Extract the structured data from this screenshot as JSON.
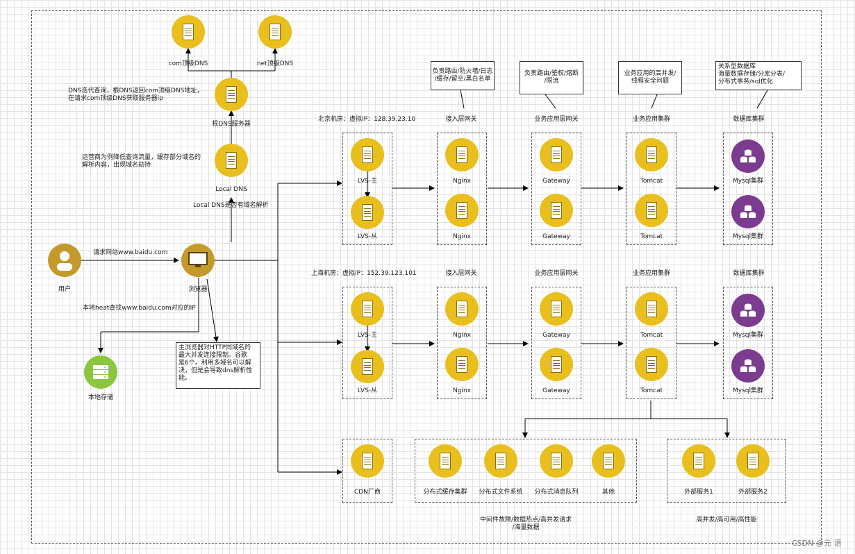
{
  "dns": {
    "com_tld": "com顶级DNS",
    "net_tld": "net顶级DNS",
    "root_note": "DNS迭代查询，根DNS返回com顶级DNS地址，\n在请求com顶级DNS获取服务器ip",
    "root_label": "根DNS服务器",
    "isp_note": "运营商为例降低查询流量，缓存部分域名的\n解析内容，出现域名劫持",
    "local_label": "Local DNS",
    "local_question": "Local DNS是否有域名解析"
  },
  "client": {
    "user_label": "用户",
    "request_label": "请求网站www.baidu.com",
    "browser_label": "浏览器",
    "hosts_label": "本地heat查找www.baidu.com对应的IP",
    "storage_label": "本地存储",
    "browser_note": "主浏览器对HTTP同域名的\n最大并发连接限制。谷歌\n是6个。利用多域名可以解\n决，但是会导致dns解析性\n能。"
  },
  "beijing": {
    "site_label": "北京机房：虚拟IP：128.39.23.10",
    "lvs_main": "LVS-主",
    "lvs_backup": "LVS-从",
    "gateway_col": "接入层网关",
    "nginx": "Nginx",
    "biz_gateway_col": "业务应用层网关",
    "gateway": "Gateway",
    "app_col": "业务应用集群",
    "tomcat": "Tomcat",
    "db_col": "数据库集群",
    "mysql": "Mysql集群"
  },
  "shanghai": {
    "site_label": "上海机房：虚拟IP：152.39.123.101",
    "lvs_main": "LVS-主",
    "lvs_backup": "LVS-从",
    "gateway_col": "接入层网关",
    "nginx": "Nginx",
    "biz_gateway_col": "业务应用层网关",
    "gateway": "Gateway",
    "app_col": "业务应用集群",
    "tomcat": "Tomcat",
    "db_col": "数据库集群",
    "mysql": "Mysql集群"
  },
  "callouts": {
    "nginx": "负责路由/防火墙/日志\n/缓存/留空/黑白名单",
    "gateway": "负责路由/鉴权/熔断\n/限流",
    "tomcat": "业务应用的高并发/\n线程安全问题",
    "db": "关系型数据库\n海量数据存储/分库分表/\n分布式事务/sql优化"
  },
  "cdn": {
    "label": "CDN厂商"
  },
  "middleware": {
    "cache": "分布式缓存集群",
    "fs": "分布式文件系统",
    "mq": "分布式消息队列",
    "other": "其他",
    "caption": "中间件故障/数据热点/高并发请求\n/海量数据"
  },
  "external": {
    "svc1": "外部服务1",
    "svc2": "外部服务2",
    "caption": "高并发/高可用/高性能"
  },
  "watermark": "CSDN @元 语"
}
